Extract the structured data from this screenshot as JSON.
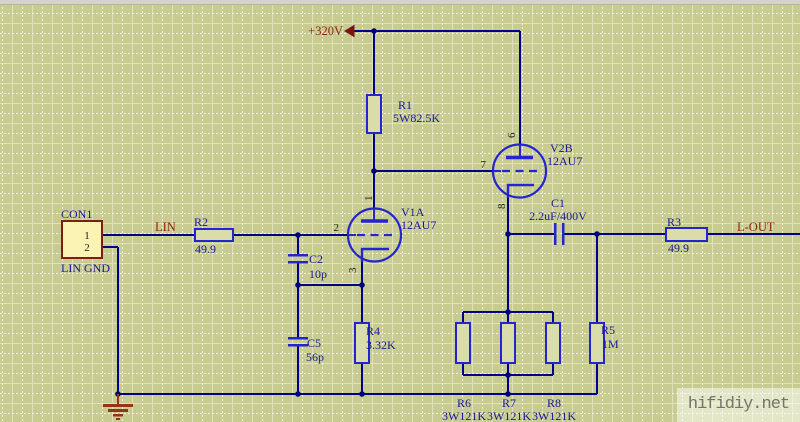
{
  "colors": {
    "canvas_bg": "#c9cc90",
    "grid_solid": "#dfe2ba",
    "grid_dashed": "#f0f1e4",
    "wire": "#00008b",
    "component_outline": "#2424d0",
    "resistor_fill": "#dadda9",
    "label_text": "#181894",
    "pin_number_text": "#1c1c1c",
    "net_label": "#8e2412",
    "power_port": "#7b1512",
    "connector_fill": "#faf3b4",
    "connector_border": "#7b1f10",
    "ground_symbol": "#963418",
    "watermark_text": "#73736a"
  },
  "power": {
    "label": "+320V"
  },
  "nets": {
    "input": "LIN",
    "output": "L-OUT"
  },
  "connector": {
    "designator": "CON1",
    "pin1": "1",
    "pin2": "2",
    "caption": "LIN GND"
  },
  "tubes": {
    "v1a": {
      "designator": "V1A",
      "model": "12AU7",
      "pin_anode": "1",
      "pin_grid": "2",
      "pin_cathode": "3"
    },
    "v2b": {
      "designator": "V2B",
      "model": "12AU7",
      "pin_anode": "6",
      "pin_grid": "7",
      "pin_cathode": "8"
    }
  },
  "resistors": {
    "r1": {
      "designator": "R1",
      "value": "5W82.5K"
    },
    "r2": {
      "designator": "R2",
      "value": "49.9"
    },
    "r3": {
      "designator": "R3",
      "value": "49.9"
    },
    "r4": {
      "designator": "R4",
      "value": "3.32K"
    },
    "r5": {
      "designator": "R5",
      "value": "1M"
    },
    "r6": {
      "designator": "R6",
      "value": "3W121K"
    },
    "r7": {
      "designator": "R7",
      "value": "3W121K"
    },
    "r8": {
      "designator": "R8",
      "value": "3W121K"
    }
  },
  "capacitors": {
    "c1": {
      "designator": "C1",
      "value": "2.2uF/400V"
    },
    "c2": {
      "designator": "C2",
      "value": "10p"
    },
    "c5": {
      "designator": "C5",
      "value": "56p"
    }
  },
  "watermark": {
    "text": "hifidiy.net"
  }
}
